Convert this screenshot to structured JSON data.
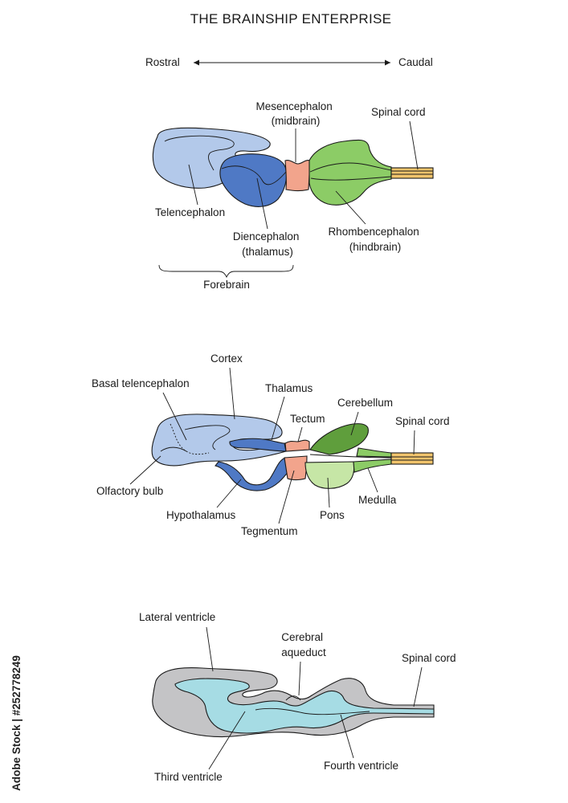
{
  "title": "THE BRAINSHIP ENTERPRISE",
  "colors": {
    "telencephalon": "#b3c9ea",
    "diencephalon": "#4f79c5",
    "mesencephalon": "#f2a48c",
    "rhombencephalon": "#8ccc66",
    "cerebellum": "#5f9e3c",
    "pons": "#c6e6a6",
    "spinal_cord": "#f1c46c",
    "ventricle_tissue": "#c4c4c6",
    "ventricle_fluid": "#a6dce4"
  },
  "diagram1": {
    "axis": {
      "left": "Rostral",
      "right": "Caudal"
    },
    "labels": {
      "mesencephalon": [
        "Mesencephalon",
        "(midbrain)"
      ],
      "spinal_cord": "Spinal cord",
      "telencephalon": "Telencephalon",
      "diencephalon": [
        "Diencephalon",
        "(thalamus)"
      ],
      "rhombencephalon": [
        "Rhombencephalon",
        "(hindbrain)"
      ],
      "forebrain": "Forebrain"
    }
  },
  "diagram2": {
    "labels": {
      "cortex": "Cortex",
      "basal_telencephalon": "Basal telencephalon",
      "thalamus": "Thalamus",
      "tectum": "Tectum",
      "cerebellum": "Cerebellum",
      "spinal_cord": "Spinal cord",
      "olfactory_bulb": "Olfactory bulb",
      "hypothalamus": "Hypothalamus",
      "tegmentum": "Tegmentum",
      "pons": "Pons",
      "medulla": "Medulla"
    }
  },
  "diagram3": {
    "labels": {
      "lateral_ventricle": "Lateral ventricle",
      "cerebral_aqueduct": [
        "Cerebral",
        "aqueduct"
      ],
      "spinal_cord": "Spinal cord",
      "third_ventricle": "Third ventricle",
      "fourth_ventricle": "Fourth ventricle"
    }
  },
  "stock_credit": "Adobe Stock | #252778249"
}
